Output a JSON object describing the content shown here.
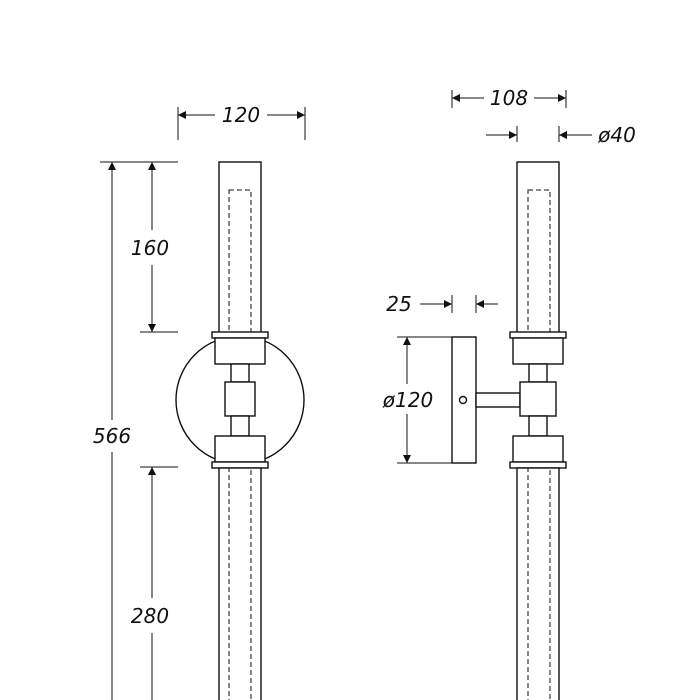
{
  "diagram": {
    "front_view": {
      "width_label": "120",
      "upper_length_label": "160",
      "overall_height_label": "566",
      "lower_length_label": "280"
    },
    "side_view": {
      "depth_label": "108",
      "tube_diameter_label": "ø40",
      "plate_thickness_label": "25",
      "plate_diameter_label": "ø120"
    }
  }
}
